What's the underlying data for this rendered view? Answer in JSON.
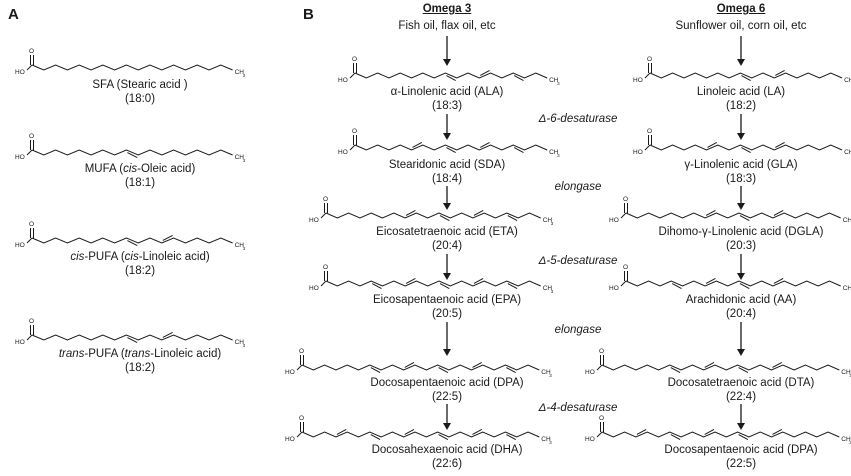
{
  "panels": {
    "a": "A",
    "b": "B"
  },
  "panel_a": [
    {
      "prefix": "",
      "italic": "",
      "mid": "SFA (Stearic acid )",
      "italic2": "",
      "tail": "",
      "cn": "(18:0)"
    },
    {
      "prefix": "MUFA (",
      "italic": "cis",
      "mid": "-Oleic acid)",
      "italic2": "",
      "tail": "",
      "cn": "(18:1)"
    },
    {
      "prefix": "",
      "italic": "cis",
      "mid": "-PUFA (",
      "italic2": "cis",
      "tail": "-Linoleic acid)",
      "cn": "(18:2)"
    },
    {
      "prefix": "",
      "italic": "trans",
      "mid": "-PUFA (",
      "italic2": "trans",
      "tail": "-Linoleic acid)",
      "cn": "(18:2)"
    }
  ],
  "omega3": {
    "title": "Omega 3",
    "source": "Fish oil, flax oil, etc",
    "items": [
      {
        "name": "α-Linolenic acid (ALA)",
        "cn": "(18:3)"
      },
      {
        "name": "Stearidonic acid (SDA)",
        "cn": "(18:4)"
      },
      {
        "name": "Eicosatetraenoic acid (ETA)",
        "cn": "(20:4)"
      },
      {
        "name": "Eicosapentaenoic acid (EPA)",
        "cn": "(20:5)"
      },
      {
        "name": "Docosapentaenoic acid (DPA)",
        "cn": "(22:5)"
      },
      {
        "name": "Docosahexaenoic acid (DHA)",
        "cn": "(22:6)"
      }
    ]
  },
  "omega6": {
    "title": "Omega 6",
    "source": "Sunflower oil, corn oil, etc",
    "items": [
      {
        "name": "Linoleic acid (LA)",
        "cn": "(18:2)"
      },
      {
        "name": "γ-Linolenic acid (GLA)",
        "cn": "(18:3)"
      },
      {
        "name": "Dihomo-γ-Linolenic acid (DGLA)",
        "cn": "(20:3)"
      },
      {
        "name": "Arachidonic acid (AA)",
        "cn": "(20:4)"
      },
      {
        "name": "Docosatetraenoic acid (DTA)",
        "cn": "(22:4)"
      },
      {
        "name": "Docosapentaenoic acid (DPA)",
        "cn": "(22:5)"
      }
    ]
  },
  "enzymes": [
    "Δ-6-desaturase",
    "elongase",
    "Δ-5-desaturase",
    "elongase",
    "Δ-4-desaturase"
  ],
  "structure_text": {
    "acid": "HO",
    "oxo": "O",
    "methyl": "CH",
    "sub": "3"
  },
  "colors": {
    "ink": "#1a1a1a"
  }
}
